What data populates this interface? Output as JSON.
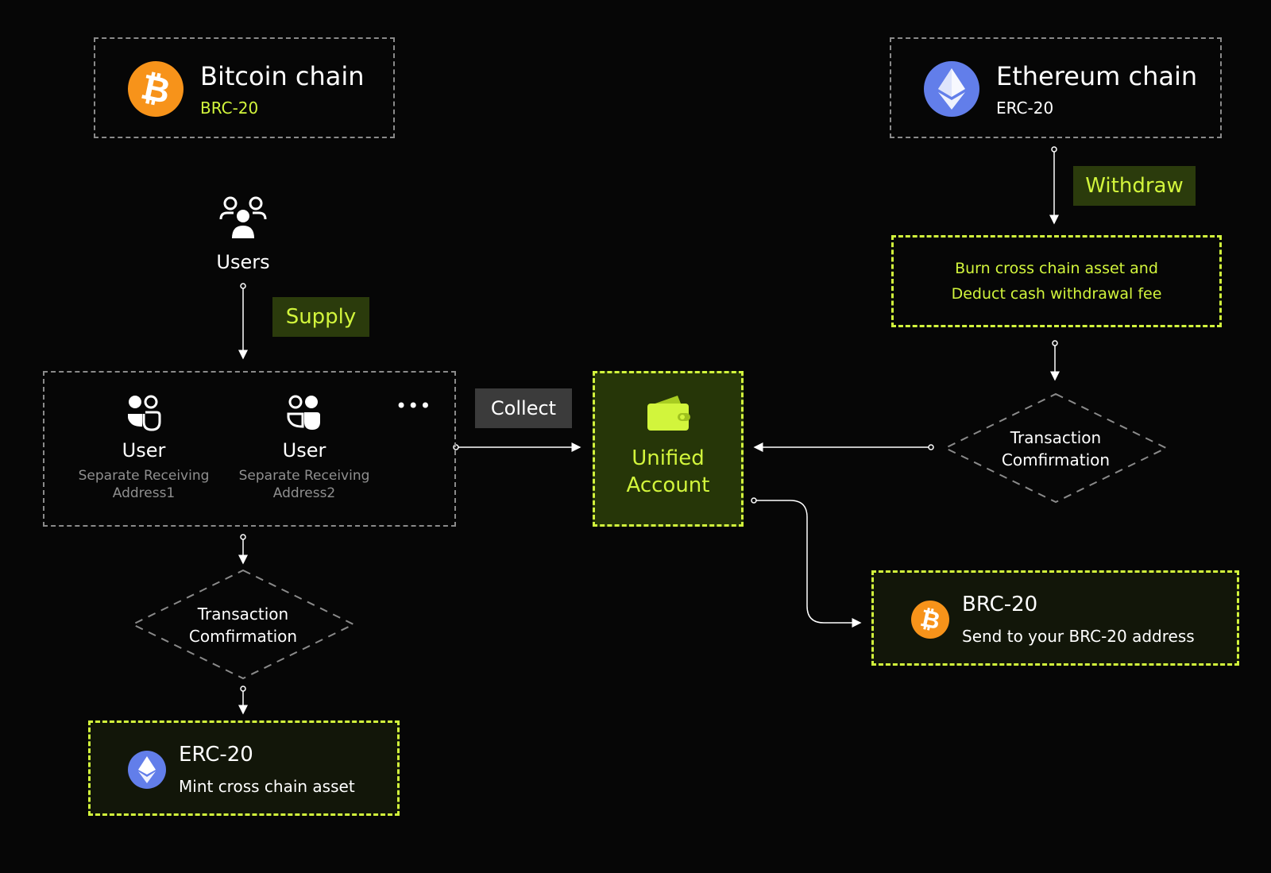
{
  "bitcoin": {
    "title": "Bitcoin chain",
    "subtitle": "BRC-20"
  },
  "ethereum": {
    "title": "Ethereum chain",
    "subtitle": "ERC-20"
  },
  "users": {
    "label": "Users"
  },
  "supply": {
    "label": "Supply"
  },
  "withdraw": {
    "label": "Withdraw"
  },
  "burn": {
    "line1": "Burn cross chain asset and",
    "line2": "Deduct cash withdrawal fee"
  },
  "user_group": {
    "users": [
      {
        "name": "User",
        "line1": "Separate Receiving",
        "line2": "Address1"
      },
      {
        "name": "User",
        "line1": "Separate Receiving",
        "line2": "Address2"
      }
    ],
    "more": "•••"
  },
  "collect": {
    "label": "Collect"
  },
  "unified": {
    "line1": "Unified",
    "line2": "Account"
  },
  "tx_left": {
    "line1": "Transaction",
    "line2": "Comfirmation"
  },
  "tx_right": {
    "line1": "Transaction",
    "line2": "Comfirmation"
  },
  "erc_out": {
    "title": "ERC-20",
    "subtitle": "Mint cross chain asset"
  },
  "brc_out": {
    "title": "BRC-20",
    "subtitle": "Send to your BRC-20 address"
  },
  "colors": {
    "accent": "#d2f53c",
    "bitcoin": "#f7931a",
    "ethereum": "#627eea",
    "background": "#060606"
  },
  "icons": {
    "users": "users-group-icon",
    "user": "user-icon",
    "wallet": "wallet-icon",
    "bitcoin": "bitcoin-icon",
    "ethereum": "ethereum-icon"
  }
}
